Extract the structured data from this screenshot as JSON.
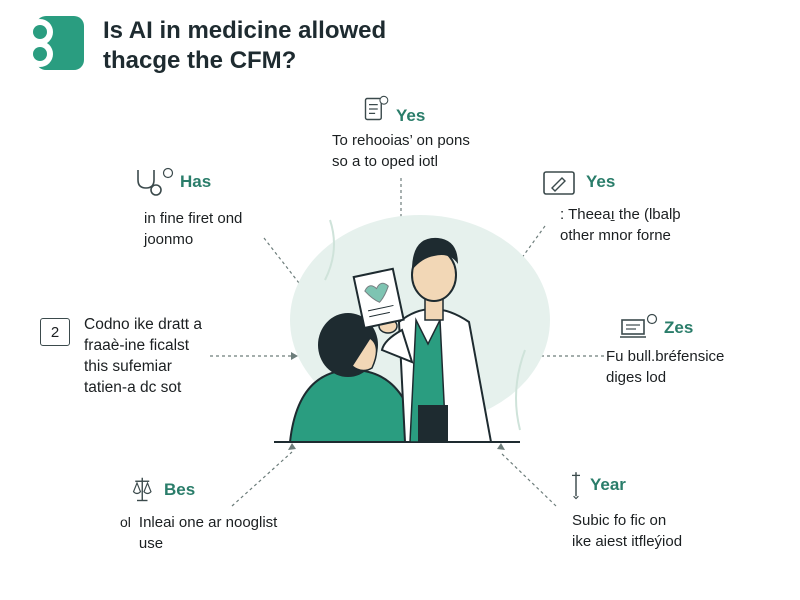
{
  "title": {
    "line1": "Is AI in medicine allowed",
    "line2": "thacge the CFM?"
  },
  "colors": {
    "accent": "#2a9d80",
    "accent_dark": "#2a7d6a",
    "text": "#1b1f21",
    "halo": "#e6f1ed"
  },
  "cards": [
    {
      "id": "top",
      "icon": "document-icon",
      "label": "Yes",
      "lines": [
        "To rehooias’ on pons",
        "so a to oped iotl"
      ]
    },
    {
      "id": "top-left",
      "icon": "stethoscope-icon",
      "label": "Has",
      "lines": [
        "in fine firet ond",
        "joonmo"
      ]
    },
    {
      "id": "top-right",
      "icon": "tablet-icon",
      "label": "Yes",
      "lines": [
        ": Theeaı̱ the (lbalþ",
        "other mnor forne"
      ]
    },
    {
      "id": "mid-left",
      "icon": "number-badge-icon",
      "label": "",
      "lines": [
        "Codno ike dratt a",
        "fraaè-ine ficalst",
        "this sufemiar",
        "tatien-a dc sot"
      ]
    },
    {
      "id": "mid-right",
      "icon": "computer-icon",
      "label": "Zes",
      "lines": [
        "Fu bull.bréfensice",
        "diges lod"
      ]
    },
    {
      "id": "bottom-left",
      "icon": "scale-icon",
      "label": "Bes",
      "lines": [
        "Inleai one ar nooglist",
        "use"
      ]
    },
    {
      "id": "bottom-right",
      "icon": "pen-icon",
      "label": "Year",
      "lines": [
        "Subic fo fic on",
        "ike aiest itfleýiod"
      ]
    }
  ],
  "mid_left_badge": "2",
  "bottom_left_prefix": "ol"
}
